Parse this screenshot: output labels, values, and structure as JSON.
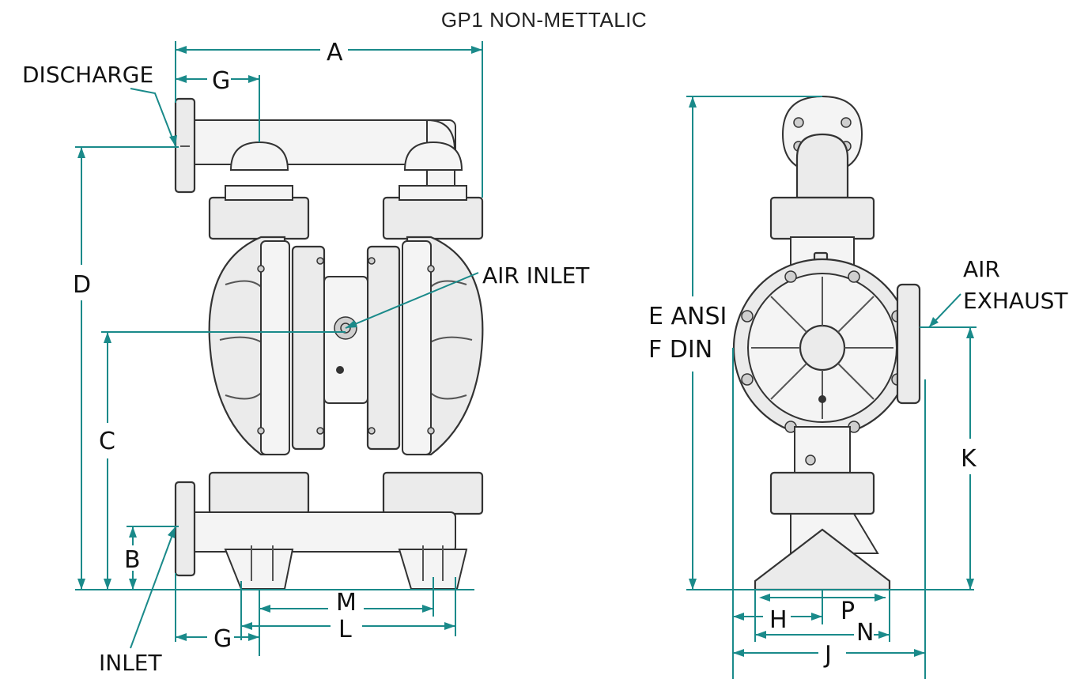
{
  "title": "GP1 NON-METTALIC",
  "front_view": {
    "labels": {
      "discharge": "DISCHARGE",
      "inlet": "INLET",
      "air_inlet": "AIR INLET",
      "dim_a": "A",
      "dim_b": "B",
      "dim_c": "C",
      "dim_d": "D",
      "dim_g_top": "G",
      "dim_g_bottom": "G",
      "dim_m": "M",
      "dim_l": "L"
    }
  },
  "side_view": {
    "labels": {
      "e_ansi": "E ANSI",
      "f_din": "F DIN",
      "air_exhaust_1": "AIR",
      "air_exhaust_2": "EXHAUST",
      "dim_k": "K",
      "dim_h": "H",
      "dim_p": "P",
      "dim_n": "N",
      "dim_j": "J"
    }
  },
  "colors": {
    "dimension_line": "#1a8a8a",
    "outline": "#333333",
    "body_fill": "#ebebeb"
  }
}
